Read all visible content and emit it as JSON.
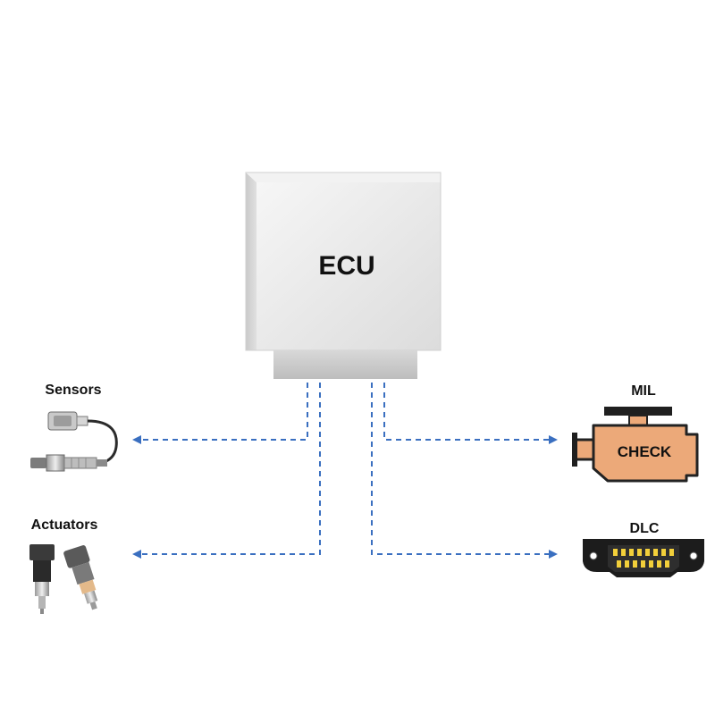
{
  "ecu": {
    "label": "ECU"
  },
  "left": {
    "sensors_label": "Sensors",
    "actuators_label": "Actuators"
  },
  "right": {
    "mil_label": "MIL",
    "mil_text": "CHECK",
    "dlc_label": "DLC"
  },
  "icons": {
    "sensor": "oxygen-sensor-icon",
    "actuator": "fuel-injector-icon",
    "mil": "check-engine-icon",
    "dlc": "obd-connector-icon"
  },
  "colors": {
    "line": "#3a6fc0",
    "engine_fill": "#eca979",
    "engine_outline": "#222222",
    "ecu_face": "#e9e9e9"
  }
}
